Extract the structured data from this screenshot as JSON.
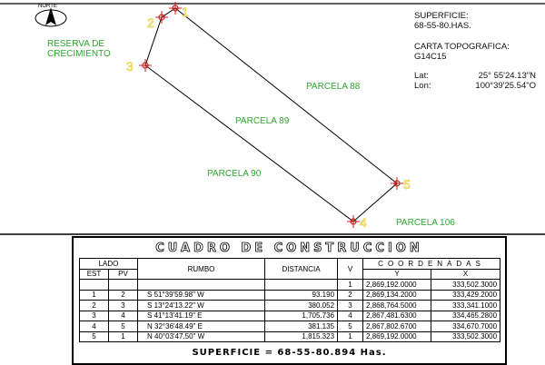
{
  "north_label": "NORTE",
  "reserve_label": "RESERVA DE CRECIMIENTO",
  "reserve_lines": [
    "RESERVA DE",
    "CRECIMIENTO"
  ],
  "parcels": [
    "PARCELA 88",
    "PARCELA 89",
    "PARCELA 90",
    "PARCELA 106"
  ],
  "vertex_numbers": [
    "1",
    "2",
    "3",
    "4",
    "5"
  ],
  "info": {
    "superficie_label": "SUPERFICIE:",
    "superficie_value": "68-55-80.HAS.",
    "carta_label": "CARTA TOPOGRAFICA:",
    "carta_value": "G14C15",
    "lat_label": "Lat:",
    "lat_value": "25° 55'24.13\"N",
    "lon_label": "Lon:",
    "lon_value": "100°39'25.54\"O"
  },
  "construction_table": {
    "title": "CUADRO DE CONSTRUCCION",
    "headers": {
      "lado": "LADO",
      "est": "EST",
      "pv": "PV",
      "rumbo": "RUMBO",
      "distancia": "DISTANCIA",
      "v": "V",
      "coordenadas": "COORDENADAS",
      "y": "Y",
      "x": "X"
    },
    "first_vertex": {
      "v": "1",
      "y": "2,869,192.0000",
      "x": "333,502.3000"
    },
    "rows": [
      {
        "est": "1",
        "pv": "2",
        "rumbo": "S 51°39'59.98\" W",
        "distancia": "93.190",
        "v": "2",
        "y": "2,869,134.2000",
        "x": "333,429.2000"
      },
      {
        "est": "2",
        "pv": "3",
        "rumbo": "S 13°24'13.22\" W",
        "distancia": "380.052",
        "v": "3",
        "y": "2,868,764.5000",
        "x": "333,341.1000"
      },
      {
        "est": "3",
        "pv": "4",
        "rumbo": "S 41°13'41.19\" E",
        "distancia": "1,705.736",
        "v": "4",
        "y": "2,867,481.6300",
        "x": "334,465.2800"
      },
      {
        "est": "4",
        "pv": "5",
        "rumbo": "N 32°36'48.49\" E",
        "distancia": "381.135",
        "v": "5",
        "y": "2,867,802.6700",
        "x": "334,670.7000"
      },
      {
        "est": "5",
        "pv": "1",
        "rumbo": "N 40°03'47.50\" W",
        "distancia": "1,815.323",
        "v": "1",
        "y": "2,869,192.0000",
        "x": "333,502.3000"
      }
    ],
    "superficie": "SUPERFICIE = 68-55-80.894 Has."
  },
  "colors": {
    "label_green": "#2fa52f",
    "vertex_marker": "#cc2222",
    "vertex_number": "#e8d44a",
    "boundary": "#000000"
  }
}
